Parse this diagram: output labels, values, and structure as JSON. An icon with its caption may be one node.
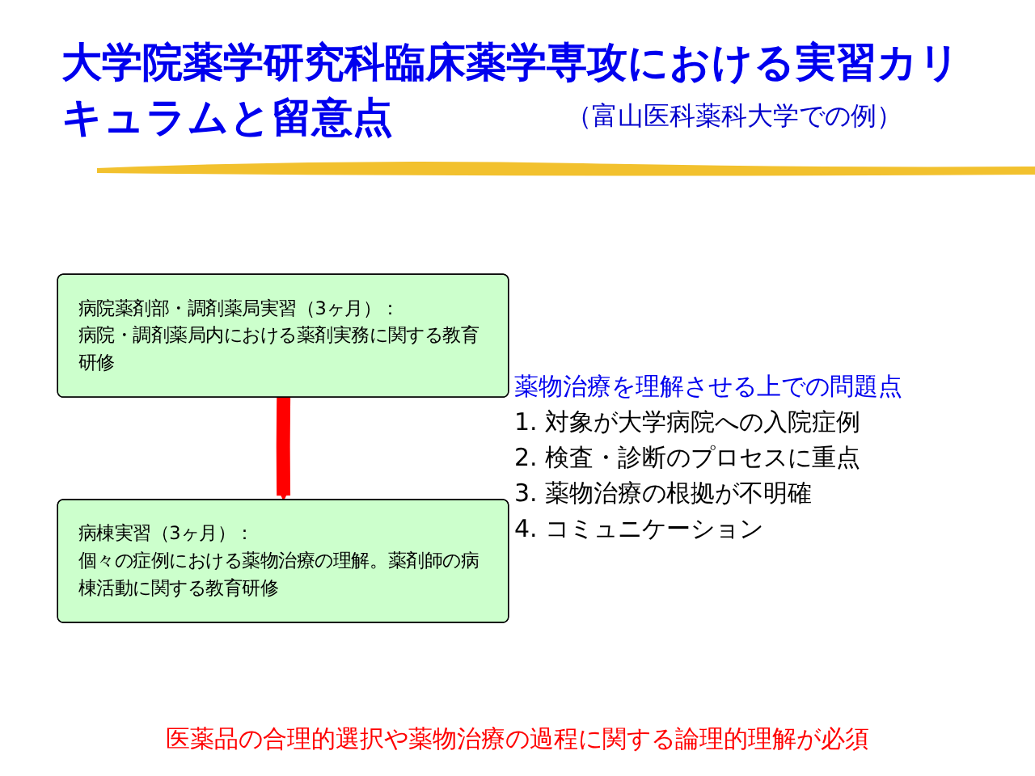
{
  "diagram": {
    "title": "大学院薬学研究科臨床薬学専攻における実習カリキュラムと留意点",
    "nodes": [
      {
        "text": [
          "病院薬剤部・調剤薬局実習（3ヶ月）：",
          "病院・調剤薬局内における薬剤実務に関する教育研修"
        ]
      },
      {
        "text": [
          "病棟実習（3ヶ月）：",
          "個々の症例における薬物治療の理解。薬剤師の病棟活動に関する教育研修"
        ]
      }
    ],
    "edges": [
      {
        "from": 0,
        "to": 1,
        "arrow": "to",
        "color": "#ff0000"
      }
    ],
    "labels": [
      "（富山医科薬科大学での例）",
      "薬物治療を理解させる上での問題点",
      "1. 対象が大学病院への入院症例",
      "2. 検査・診断のプロセスに重点",
      "3. 薬物治療の根拠が不明確",
      "4. コミュニケーション",
      "医薬品の合理的選択や薬物治療の過程に関する論理的理解が必須"
    ]
  }
}
